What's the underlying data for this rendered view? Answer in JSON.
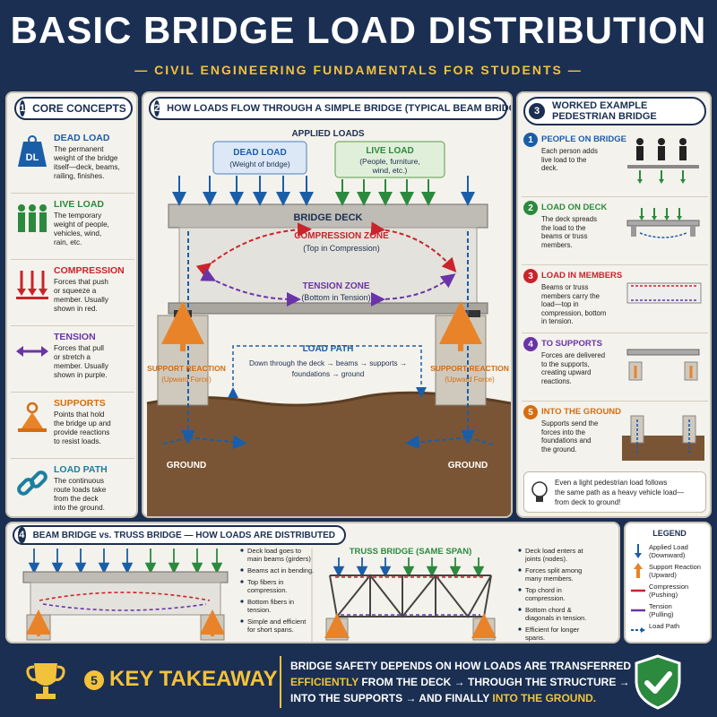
{
  "header": {
    "title": "BASIC BRIDGE LOAD DISTRIBUTION",
    "subtitle": "— CIVIL ENGINEERING FUNDAMENTALS FOR STUDENTS —"
  },
  "core": {
    "num": "1",
    "title": "CORE CONCEPTS",
    "items": [
      {
        "icon": "dl-weight-icon",
        "badge": "DL",
        "title": "DEAD LOAD",
        "text": [
          "The permanent",
          "weight of the bridge",
          "itself—deck, beams,",
          "railing, finishes."
        ]
      },
      {
        "icon": "people-icon",
        "title": "LIVE LOAD",
        "text": [
          "The temporary",
          "weight of people,",
          "vehicles, wind,",
          "rain, etc."
        ]
      },
      {
        "icon": "compression-arrows-icon",
        "title": "COMPRESSION",
        "text": [
          "Forces that push",
          "or squeeze a",
          "member. Usually",
          "shown in red."
        ]
      },
      {
        "icon": "tension-arrow-icon",
        "title": "TENSION",
        "text": [
          "Forces that pull",
          "or stretch a",
          "member. Usually",
          "shown in purple."
        ]
      },
      {
        "icon": "support-icon",
        "title": "SUPPORTS",
        "text": [
          "Points that hold",
          "the bridge up and",
          "provide reactions",
          "to resist loads."
        ]
      },
      {
        "icon": "chain-link-icon",
        "title": "LOAD PATH",
        "text": [
          "The continuous",
          "route loads take",
          "from the deck",
          "into the ground."
        ]
      }
    ]
  },
  "flow": {
    "num": "2",
    "title": "HOW LOADS FLOW THROUGH A SIMPLE BRIDGE (TYPICAL BEAM BRIDGE)",
    "applied": "APPLIED LOADS",
    "dead": "DEAD LOAD",
    "dead_sub": "(Weight of bridge)",
    "live": "LIVE LOAD",
    "live_sub1": "(People, furniture,",
    "live_sub2": "wind, etc.)",
    "deck": "BRIDGE DECK",
    "comp": "COMPRESSION ZONE",
    "comp_sub": "(Top in Compression)",
    "tens": "TENSION ZONE",
    "tens_sub": "(Bottom in Tension)",
    "path": "LOAD PATH",
    "path_t1": "Down through the deck → beams → supports →",
    "path_t2": "foundations → ground",
    "reaction": "SUPPORT REACTION",
    "reaction_sub": "(Upward Force)",
    "ground": "GROUND"
  },
  "worked": {
    "num": "3",
    "title1": "WORKED EXAMPLE",
    "title2": "PEDESTRIAN BRIDGE",
    "steps": [
      {
        "n": "1",
        "title": "PEOPLE ON BRIDGE",
        "text": [
          "Each person adds",
          "live load to the",
          "deck."
        ]
      },
      {
        "n": "2",
        "title": "LOAD ON DECK",
        "text": [
          "The deck spreads",
          "the load to the",
          "beams or truss",
          "members."
        ]
      },
      {
        "n": "3",
        "title": "LOAD IN MEMBERS",
        "text": [
          "Beams or truss",
          "members carry the",
          "load—top in",
          "compression, bottom",
          "in tension."
        ]
      },
      {
        "n": "4",
        "title": "TO SUPPORTS",
        "text": [
          "Forces are delivered",
          "to the supports,",
          "creating upward",
          "reactions."
        ]
      },
      {
        "n": "5",
        "title": "INTO THE GROUND",
        "text": [
          "Supports send the",
          "forces into the",
          "foundations and",
          "the ground."
        ]
      }
    ],
    "tip": [
      "Even a light pedestrian load follows",
      "the same path as a heavy vehicle load—",
      "from deck to ground!"
    ]
  },
  "compare": {
    "num": "4",
    "title": "BEAM BRIDGE vs. TRUSS BRIDGE — HOW LOADS ARE DISTRIBUTED",
    "beam_bullets": [
      "Deck load goes to|main beams (girders).",
      "Beams act in bending.",
      "Top fibers in|compression.",
      "Bottom fibers in|tension.",
      "Simple and efficient|for short spans."
    ],
    "truss_title": "TRUSS BRIDGE (SAME SPAN)",
    "truss_bullets": [
      "Deck load enters at|joints (nodes).",
      "Forces split among|many members.",
      "Top chord in|compression.",
      "Bottom chord &|diagonals in tension.",
      "Efficient for longer|spans."
    ]
  },
  "legend": {
    "title": "LEGEND",
    "items": [
      {
        "icon": "applied-load-arrow-icon",
        "l1": "Applied Load",
        "l2": "(Downward)"
      },
      {
        "icon": "support-reaction-arrow-icon",
        "l1": "Support Reaction",
        "l2": "(Upward)"
      },
      {
        "icon": "compression-line-icon",
        "l1": "Compression",
        "l2": "(Pushing)"
      },
      {
        "icon": "tension-line-icon",
        "l1": "Tension",
        "l2": "(Pulling)"
      },
      {
        "icon": "load-path-line-icon",
        "l1": "Load Path",
        "l2": ""
      }
    ]
  },
  "takeaway": {
    "num": "5",
    "label": "KEY TAKEAWAY",
    "line1": "BRIDGE SAFETY DEPENDS ON HOW LOADS ARE TRANSFERRED",
    "line2a": "EFFICIENTLY",
    "line2b": " FROM THE DECK → THROUGH THE STRUCTURE →",
    "line3a": "INTO THE SUPPORTS → AND FINALLY ",
    "line3b": "INTO THE GROUND."
  },
  "colors": {
    "navy": "#1b2f52",
    "gold": "#f3c23b",
    "blue": "#1b5ea8",
    "red": "#c9232b",
    "purple": "#6a34a8",
    "green": "#2b8a3e",
    "orange": "#e8832a"
  }
}
